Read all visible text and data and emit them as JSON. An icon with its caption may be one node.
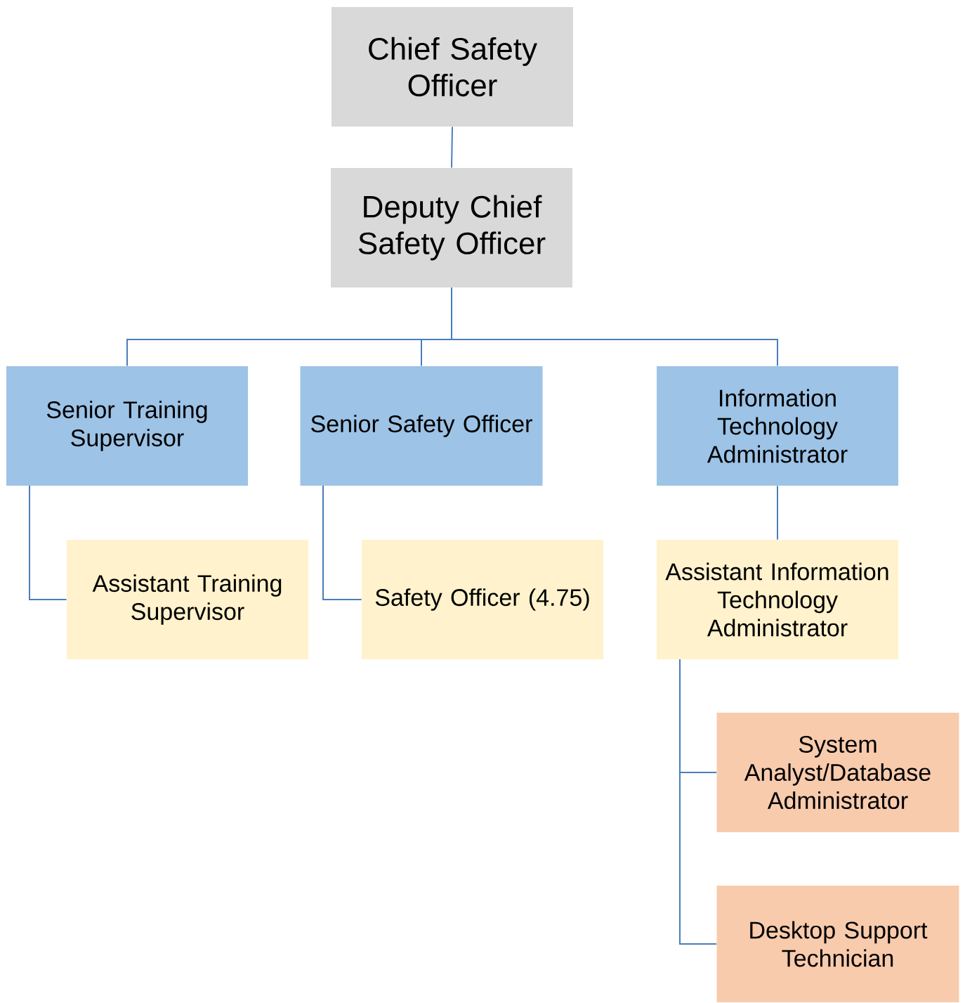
{
  "diagram": {
    "nodes": [
      {
        "text": [
          "Chief Safety Officer"
        ]
      },
      {
        "text": [
          "Deputy Chief Safety Officer"
        ]
      },
      {
        "text": [
          "Senior Training Supervisor"
        ]
      },
      {
        "text": [
          "Senior Safety Officer"
        ]
      },
      {
        "text": [
          "Information Technology Administrator"
        ]
      },
      {
        "text": [
          "Assistant Training Supervisor"
        ]
      },
      {
        "text": [
          "Safety Officer (4.75)"
        ]
      },
      {
        "text": [
          "Assistant Information Technology Administrator"
        ]
      },
      {
        "text": [
          "System Analyst/Database Administrator"
        ]
      },
      {
        "text": [
          "Desktop Support Technician"
        ]
      }
    ],
    "edges": [
      {
        "from": 0,
        "to": 1,
        "arrow": "none"
      },
      {
        "from": 1,
        "to": 2,
        "arrow": "none"
      },
      {
        "from": 1,
        "to": 3,
        "arrow": "none"
      },
      {
        "from": 1,
        "to": 4,
        "arrow": "none"
      },
      {
        "from": 2,
        "to": 5,
        "arrow": "none"
      },
      {
        "from": 3,
        "to": 6,
        "arrow": "none"
      },
      {
        "from": 4,
        "to": 7,
        "arrow": "none"
      },
      {
        "from": 7,
        "to": 8,
        "arrow": "none"
      },
      {
        "from": 7,
        "to": 9,
        "arrow": "none"
      }
    ]
  }
}
